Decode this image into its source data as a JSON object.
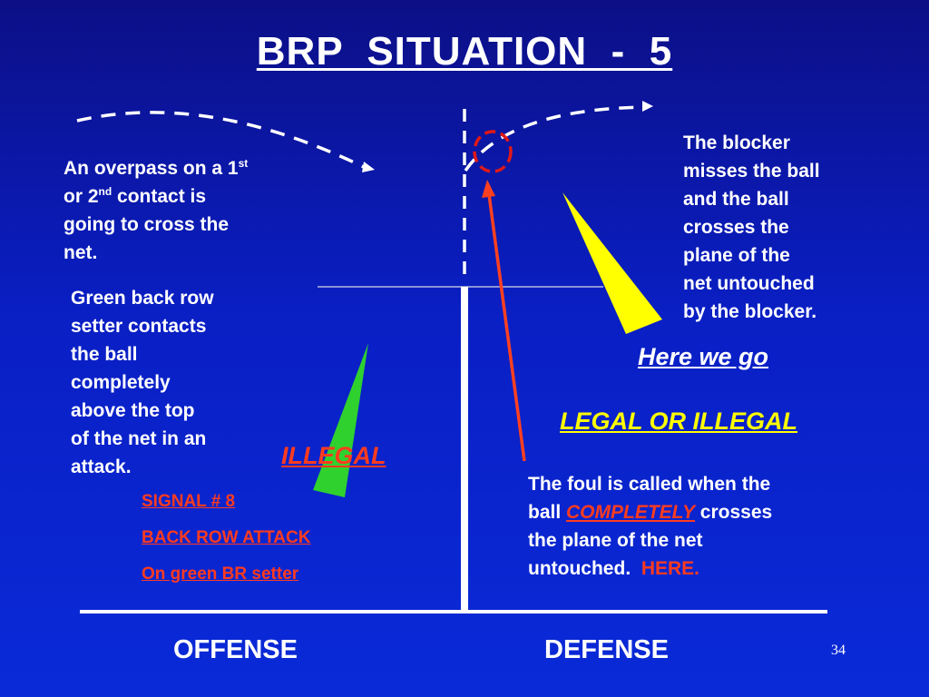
{
  "slide": {
    "title": "BRP  SITUATION  -  5",
    "page_number": "34"
  },
  "overpass_text": {
    "line1": "An overpass on a 1",
    "sup1": "st",
    "line2a": "or 2",
    "sup2": "nd",
    "line2b": " contact is",
    "line3": "going to cross the",
    "line4": "net."
  },
  "blocker_text": {
    "lines": [
      "The blocker",
      "misses the ball",
      "and the ball",
      "crosses the",
      "plane of the",
      "net untouched",
      "by the blocker."
    ]
  },
  "setter_text": {
    "lines": [
      "Green back row",
      "setter contacts",
      "the ball",
      "completely",
      "above the top",
      "of the net in an",
      "attack."
    ]
  },
  "here_we_go": "Here we go",
  "legal_or": "LEGAL OR",
  "illegal_yellow": "ILLEGAL",
  "illegal_red": "ILLEGAL",
  "signal": {
    "line1": "SIGNAL  # 8",
    "line2": "BACK  ROW  ATTACK",
    "line3": "On green BR setter"
  },
  "foul_text": {
    "line1": "The foul is called when the",
    "line2a": "ball ",
    "line2b": "COMPLETELY",
    "line2c": " crosses",
    "line3": "the plane of the net",
    "line4a": "untouched.  ",
    "line4b": "HERE."
  },
  "labels": {
    "offense": "OFFENSE",
    "defense": "DEFENSE"
  },
  "colors": {
    "background_top": "#0c0f86",
    "background_bottom": "#0a2ad8",
    "text": "#ffffff",
    "red_text": "#ff3b1f",
    "yellow_text": "#ffff00",
    "green_pointer": "#2fd12f",
    "yellow_pointer": "#ffff00",
    "red_arrow": "#ff4020",
    "red_circle": "#e01818"
  }
}
